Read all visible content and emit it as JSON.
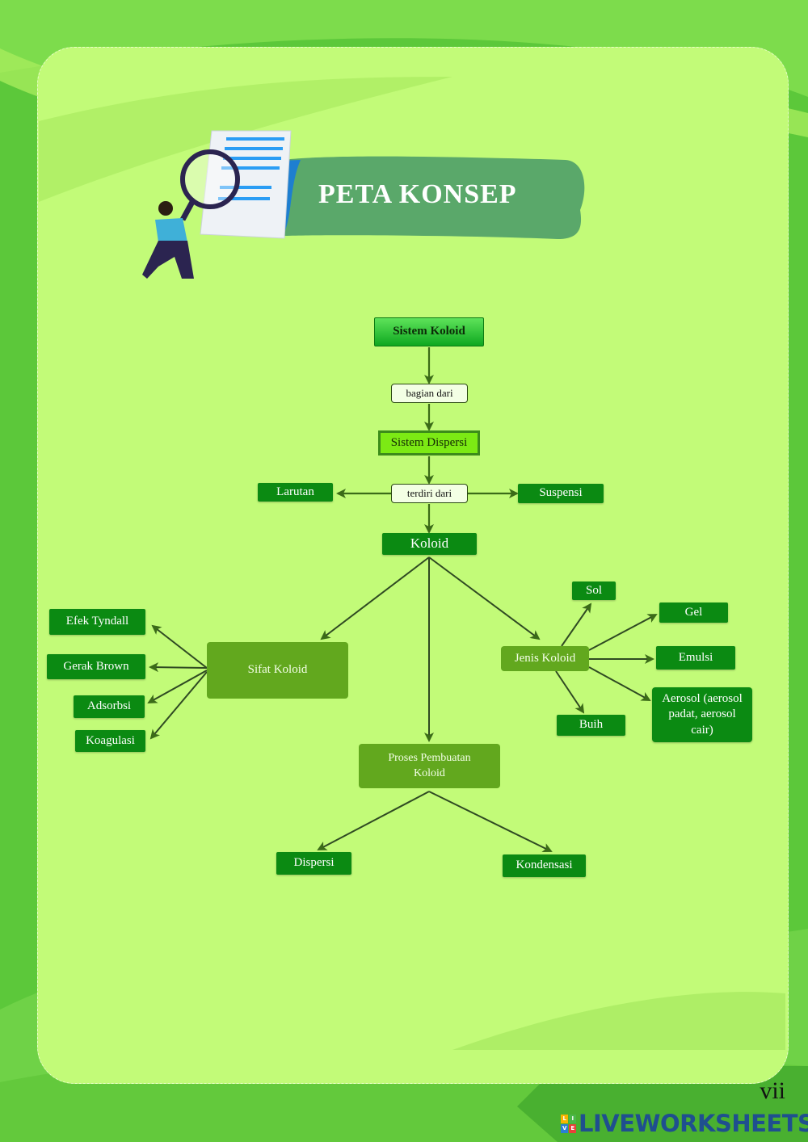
{
  "header": {
    "title": "PETA KONSEP"
  },
  "diagram": {
    "root": "Sistem Koloid",
    "link1": "bagian dari",
    "dispersion": "Sistem Dispersi",
    "link2": "terdiri dari",
    "larutan": "Larutan",
    "suspensi": "Suspensi",
    "koloid": "Koloid",
    "sifat": {
      "label": "Sifat Koloid",
      "items": [
        "Efek Tyndall",
        "Gerak Brown",
        "Adsorbsi",
        "Koagulasi"
      ]
    },
    "proses": {
      "label": "Proses Pembuatan Koloid",
      "items": [
        "Dispersi",
        "Kondensasi"
      ]
    },
    "jenis": {
      "label": "Jenis Koloid",
      "items": [
        "Sol",
        "Gel",
        "Emulsi",
        "Aerosol (aerosol padat, aerosol cair)",
        "Buih"
      ]
    }
  },
  "footer": {
    "page_number": "vii",
    "brand": "LIVEWORKSHEETS",
    "brand_logo_letters": [
      "L",
      "I",
      "V",
      "E"
    ]
  },
  "colors": {
    "page_bg": "#5cc83a",
    "panel_bg": "#c2fb78",
    "node_dark": "#0b8a12",
    "node_medium": "#62a81e",
    "banner": "#5aa86a"
  }
}
